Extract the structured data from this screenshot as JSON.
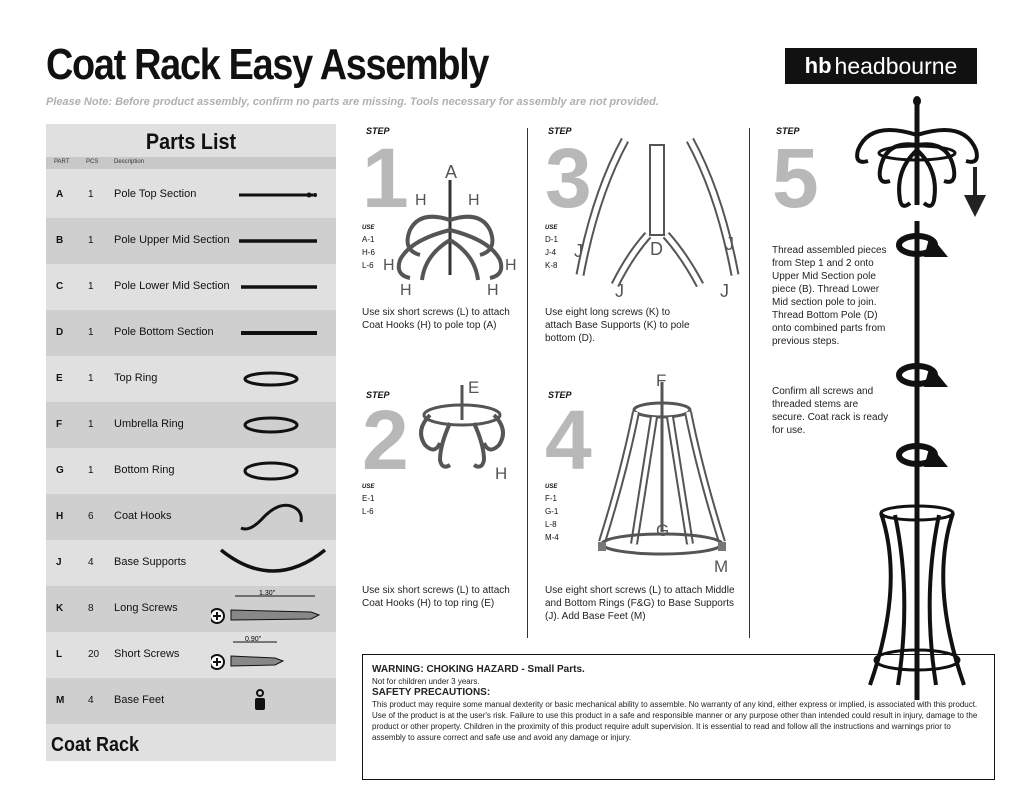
{
  "header": {
    "title": "Coat Rack Easy Assembly",
    "note": "Please Note: Before product assembly, confirm no parts are missing. Tools necessary for assembly are not provided.",
    "brand": "headbourne",
    "brand_mark": "hb"
  },
  "parts_list": {
    "title": "Parts List",
    "col_part": "PART",
    "col_qty": "PCS",
    "col_desc": "Description",
    "footer": "Coat Rack",
    "items": [
      {
        "letter": "A",
        "qty": "1",
        "desc": "Pole Top Section"
      },
      {
        "letter": "B",
        "qty": "1",
        "desc": "Pole Upper Mid Section"
      },
      {
        "letter": "C",
        "qty": "1",
        "desc": "Pole Lower Mid Section"
      },
      {
        "letter": "D",
        "qty": "1",
        "desc": "Pole Bottom Section"
      },
      {
        "letter": "E",
        "qty": "1",
        "desc": "Top Ring"
      },
      {
        "letter": "F",
        "qty": "1",
        "desc": "Umbrella Ring"
      },
      {
        "letter": "G",
        "qty": "1",
        "desc": "Bottom Ring"
      },
      {
        "letter": "H",
        "qty": "6",
        "desc": "Coat Hooks"
      },
      {
        "letter": "J",
        "qty": "4",
        "desc": "Base Supports"
      },
      {
        "letter": "K",
        "qty": "8",
        "desc": "Long Screws"
      },
      {
        "letter": "L",
        "qty": "20",
        "desc": "Short Screws"
      },
      {
        "letter": "M",
        "qty": "4",
        "desc": "Base Feet"
      }
    ],
    "long_screw_len": "1.30\"",
    "short_screw_len": "0.90\""
  },
  "steps": {
    "word": "STEP",
    "use_label": "USE",
    "s1": {
      "num": "1",
      "uses": [
        "A-1",
        "H-6",
        "L-6"
      ],
      "text": "Use six short screws (L) to attach Coat Hooks (H) to pole top (A)",
      "labels": {
        "a": "A",
        "h": "H"
      }
    },
    "s2": {
      "num": "2",
      "uses": [
        "E-1",
        "L-6"
      ],
      "text": "Use six short screws (L) to attach Coat Hooks (H) to top ring (E)",
      "labels": {
        "e": "E",
        "h": "H"
      }
    },
    "s3": {
      "num": "3",
      "uses": [
        "D-1",
        "J-4",
        "K-8"
      ],
      "text": "Use eight long screws (K) to attach Base Supports (K) to pole bottom (D).",
      "labels": {
        "d": "D",
        "j": "J"
      }
    },
    "s4": {
      "num": "4",
      "uses": [
        "F-1",
        "G-1",
        "L-8",
        "M-4"
      ],
      "text": "Use eight short screws (L) to attach Middle and Bottom Rings (F&G) to Base Supports (J). Add Base Feet (M)",
      "labels": {
        "f": "F",
        "g": "G",
        "m": "M"
      }
    },
    "s5": {
      "num": "5",
      "text1": "Thread assembled pieces from Step 1 and 2 onto Upper Mid Section pole piece (B). Thread Lower Mid section pole to join. Thread Bottom Pole (D) onto combined parts from previous steps.",
      "text2": "Confirm all screws and threaded stems are secure. Coat rack is ready for use."
    }
  },
  "warning": {
    "title": "WARNING: CHOKING HAZARD - Small Parts.",
    "sub": "Not for children under 3 years.",
    "precautions": "SAFETY PRECAUTIONS:",
    "body": "This product may require some manual dexterity or basic mechanical ability to assemble. No warranty of any kind, either express or implied, is associated with this product. Use of the product is at the user's risk. Failure to use this product in a safe and responsible manner or any purpose other than intended could result in injury, damage to the product or other property. Children in the proximity of this product require adult supervision. It is essential to read and follow all the instructions and warnings prior to assembly to assure correct and safe use and avoid any damage or injury."
  }
}
